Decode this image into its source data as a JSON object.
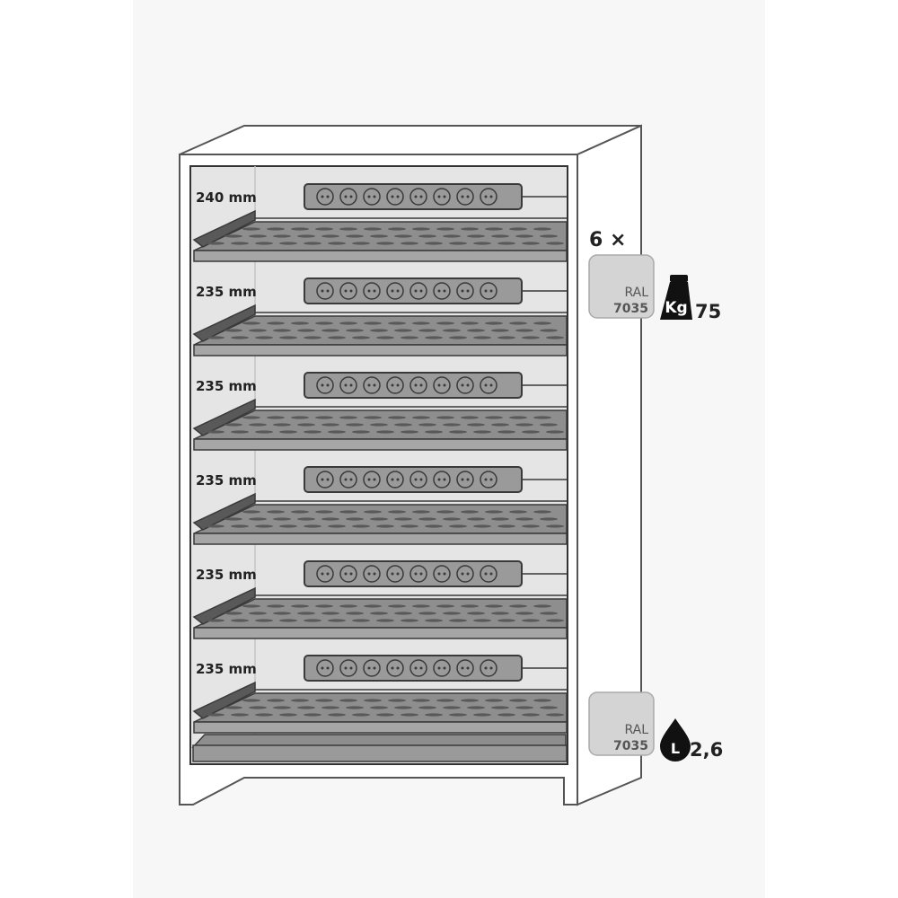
{
  "shelf_count_label": "6 ×",
  "shelves": [
    {
      "height_label": "240 mm"
    },
    {
      "height_label": "235 mm"
    },
    {
      "height_label": "235 mm"
    },
    {
      "height_label": "235 mm"
    },
    {
      "height_label": "235 mm"
    },
    {
      "height_label": "235 mm"
    }
  ],
  "socket_strip_outlets": 8,
  "color_swatches": [
    {
      "line1": "RAL",
      "line2": "7035",
      "color": "#d4d4d4"
    },
    {
      "line1": "RAL",
      "line2": "7035",
      "color": "#d4d4d4"
    }
  ],
  "weight": {
    "icon": "weight-kg-icon",
    "icon_text": "Kg",
    "value": "75"
  },
  "volume": {
    "icon": "liquid-drop-icon",
    "icon_text": "L",
    "value": "2,6"
  },
  "colors": {
    "interior": "#e5e5e5",
    "shelf": "#8e8e8e",
    "shelf_dark": "#595959",
    "outline": "#3a3a3a",
    "strip": "#9a9a9a"
  }
}
